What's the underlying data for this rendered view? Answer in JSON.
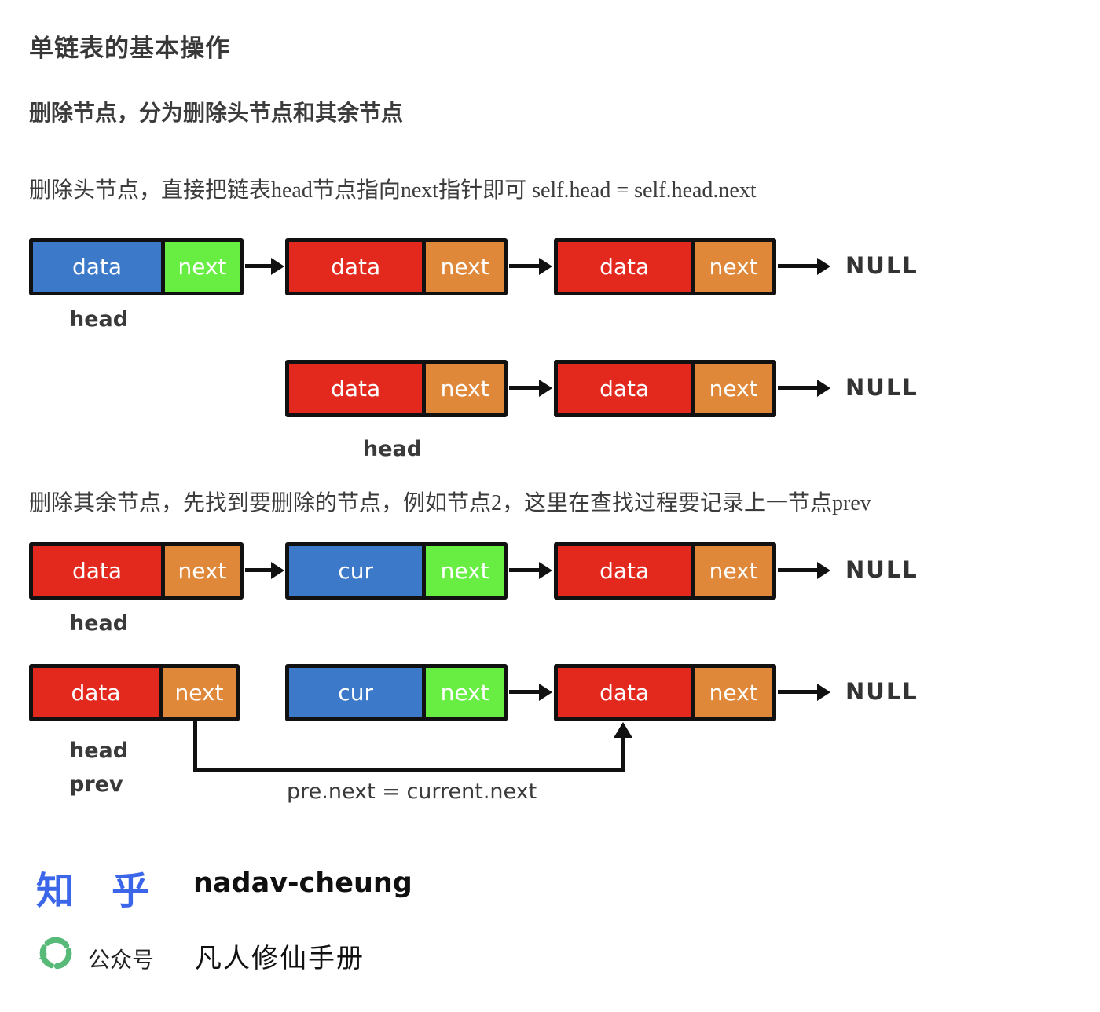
{
  "title": "单链表的基本操作",
  "intro": "删除节点，分为删除头节点和其余节点",
  "section1_text": "删除头节点，直接把链表head节点指向next指针即可 self.head = self.head.next",
  "section2_text": "删除其余节点，先找到要删除的节点，例如节点2，这里在查找过程要记录上一节点prev",
  "colors": {
    "node_data_blue": "#3d79c9",
    "node_next_green": "#68ee43",
    "node_data_red": "#e3291d",
    "node_next_orange": "#e0883a",
    "stroke_black": "#111111",
    "label_gray": "#3a3a3a",
    "zhihu_blue": "#3b66ea",
    "wechat_green": "#58ba78"
  },
  "rows": [
    {
      "nodes": [
        {
          "cells": [
            {
              "text": "data",
              "color": "blue"
            },
            {
              "text": "next",
              "color": "green"
            }
          ]
        },
        {
          "cells": [
            {
              "text": "data",
              "color": "red"
            },
            {
              "text": "next",
              "color": "orange"
            }
          ]
        },
        {
          "cells": [
            {
              "text": "data",
              "color": "red"
            },
            {
              "text": "next",
              "color": "orange"
            }
          ]
        }
      ],
      "tail": "NULL",
      "below": [
        "head"
      ]
    },
    {
      "nodes": [
        {
          "cells": [
            {
              "text": "data",
              "color": "red"
            },
            {
              "text": "next",
              "color": "orange"
            }
          ]
        },
        {
          "cells": [
            {
              "text": "data",
              "color": "red"
            },
            {
              "text": "next",
              "color": "orange"
            }
          ]
        }
      ],
      "tail": "NULL",
      "below": [
        "head"
      ]
    },
    {
      "nodes": [
        {
          "cells": [
            {
              "text": "data",
              "color": "red"
            },
            {
              "text": "next",
              "color": "orange"
            }
          ]
        },
        {
          "cells": [
            {
              "text": "cur",
              "color": "blue"
            },
            {
              "text": "next",
              "color": "green"
            }
          ]
        },
        {
          "cells": [
            {
              "text": "data",
              "color": "red"
            },
            {
              "text": "next",
              "color": "orange"
            }
          ]
        }
      ],
      "tail": "NULL",
      "below": [
        "head"
      ]
    },
    {
      "nodes": [
        {
          "cells": [
            {
              "text": "data",
              "color": "red"
            },
            {
              "text": "next",
              "color": "orange"
            }
          ]
        },
        {
          "cells": [
            {
              "text": "cur",
              "color": "blue"
            },
            {
              "text": "next",
              "color": "green"
            }
          ]
        },
        {
          "cells": [
            {
              "text": "data",
              "color": "red"
            },
            {
              "text": "next",
              "color": "orange"
            }
          ]
        }
      ],
      "tail": "NULL",
      "below": [
        "head",
        "prev"
      ],
      "annotation": "pre.next = current.next"
    }
  ],
  "footer": {
    "zhihu_logo": "知　乎",
    "zhihu_account": "nadav-cheung",
    "wechat_logo_icon": "wechat-official-account-icon",
    "wechat_label": "公众号",
    "wechat_account": "凡人修仙手册"
  }
}
